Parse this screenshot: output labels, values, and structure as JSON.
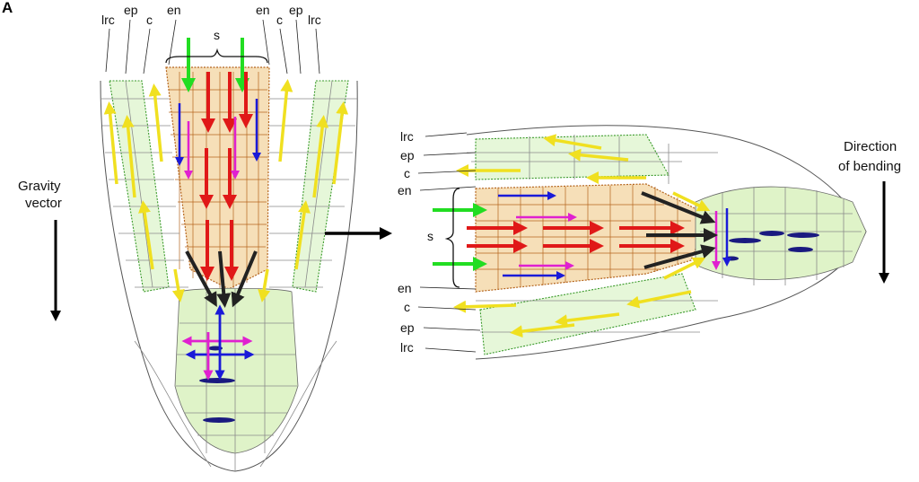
{
  "panel_label": "A",
  "vertical_root": {
    "labels_top": {
      "lrc_left": "lrc",
      "ep_left": "ep",
      "c_left": "c",
      "en_left": "en",
      "s": "s",
      "en_right": "en",
      "c_right": "c",
      "ep_right": "ep",
      "lrc_right": "lrc"
    }
  },
  "gravity_label_line1": "Gravity",
  "gravity_label_line2": "vector",
  "bent_root": {
    "labels": {
      "lrc_top": "lrc",
      "ep_top": "ep",
      "c_top": "c",
      "en_top": "en",
      "s": "s",
      "en_bottom": "en",
      "c_bottom": "c",
      "ep_bottom": "ep",
      "lrc_bottom": "lrc"
    }
  },
  "bending_label_line1": "Direction",
  "bending_label_line2": "of bending",
  "colors": {
    "green_arrow": "#22dd22",
    "red_arrow": "#e01818",
    "blue_arrow": "#1a1ad8",
    "magenta_arrow": "#e020d0",
    "yellow_arrow": "#f0e020",
    "dark_arrow": "#222222",
    "stele_fill": "#f6dfb8",
    "tip_fill": "#dff3c8"
  }
}
